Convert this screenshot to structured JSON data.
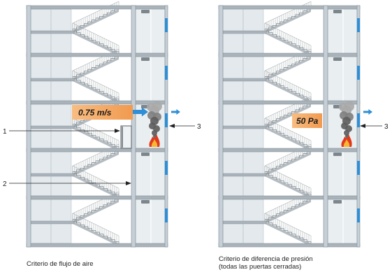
{
  "left_panel": {
    "callout": "0.75 m/s",
    "caption": "Criterio de flujo de aire"
  },
  "right_panel": {
    "callout": "50 Pa",
    "caption_lines": [
      "Criterio de diferencia de presión",
      "(todas las puertas cerradas)"
    ]
  },
  "markers": {
    "door": "1",
    "stairwell": "2",
    "fire_room_left": "3",
    "fire_room_right": "3"
  },
  "icons": {
    "fire": "fire-icon",
    "smoke": "smoke-icon",
    "airflow": "airflow-arrow-icon"
  },
  "colors": {
    "wall": "#c6cfd6",
    "outline": "#7f8b94",
    "slab": "#aab3ba",
    "interior": "#ffffff",
    "glazing": "#e3e9ed",
    "glazing_line": "#b9c3ca",
    "room": "#e9eef1",
    "fixture": "#7d868c",
    "stair": "#b4bcc2",
    "stair_line": "#6e777d",
    "railing": "#8d969c",
    "door": "#eef2f4",
    "accent_blue": "#2f8fd6",
    "callout_orange": "#f19a4f",
    "callout_orange_light": "#f8bd82",
    "smoke_dark": "#5e5e5e",
    "smoke_mid": "#808080",
    "smoke_light": "#a9a9a9",
    "flame_red": "#e03a1e",
    "flame_yellow": "#f7b733"
  }
}
